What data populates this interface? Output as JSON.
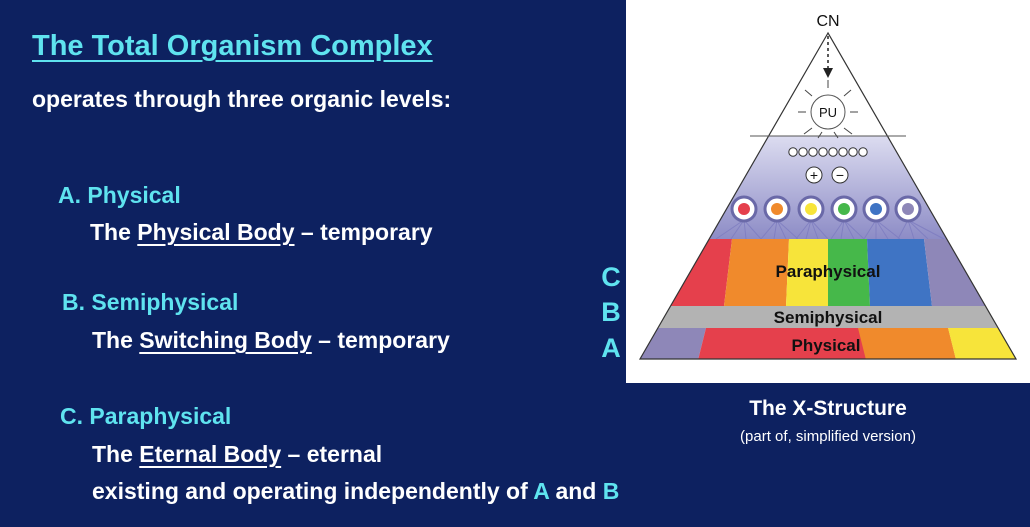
{
  "title": "The Total Organism Complex",
  "subtitle": "operates through three organic levels:",
  "levels": [
    {
      "heading": "A. Physical",
      "prefix": "The ",
      "term": "Physical Body",
      "suffix": " – temporary"
    },
    {
      "heading": "B. Semiphysical",
      "prefix": "The ",
      "term": "Switching Body",
      "suffix": " – temporary"
    },
    {
      "heading": "C. Paraphysical",
      "prefix": "The ",
      "term": "Eternal Body",
      "suffix": " – eternal",
      "extra": {
        "text1": "existing and operating independently of ",
        "a": "A",
        "and": " and ",
        "b": "B"
      }
    }
  ],
  "side_letters": [
    "C",
    "B",
    "A"
  ],
  "diagram": {
    "apex_label": "CN",
    "pu_label": "PU",
    "plus_sign": "+",
    "minus_sign": "−",
    "band_paraphysical": "Paraphysical",
    "band_semiphysical": "Semiphysical",
    "band_physical": "Physical",
    "caption_title": "The X-Structure",
    "caption_sub": "(part of, simplified version)"
  },
  "colors": {
    "background": "#0d2160",
    "accent": "#5fe3ef",
    "red": "#e5404c",
    "orange": "#f08a2c",
    "yellow": "#f7e43a",
    "green": "#46b84a",
    "blue": "#3f74c4",
    "purple": "#8e87b8",
    "gray": "#b3b3b3"
  }
}
